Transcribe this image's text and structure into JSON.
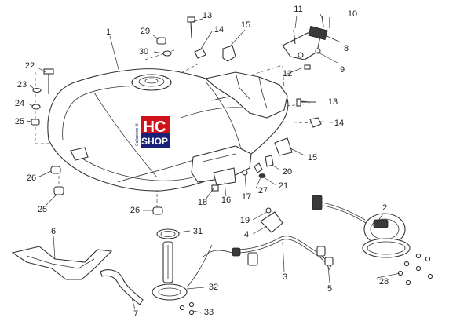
{
  "diagram": {
    "callouts": [
      {
        "id": "c1",
        "text": "1"
      },
      {
        "id": "c2",
        "text": "2"
      },
      {
        "id": "c3",
        "text": "3"
      },
      {
        "id": "c4",
        "text": "4"
      },
      {
        "id": "c5",
        "text": "5"
      },
      {
        "id": "c6",
        "text": "6"
      },
      {
        "id": "c7",
        "text": "7"
      },
      {
        "id": "c8",
        "text": "8"
      },
      {
        "id": "c9",
        "text": "9"
      },
      {
        "id": "c10",
        "text": "10"
      },
      {
        "id": "c11",
        "text": "11"
      },
      {
        "id": "c12",
        "text": "12"
      },
      {
        "id": "c13a",
        "text": "13"
      },
      {
        "id": "c13b",
        "text": "13"
      },
      {
        "id": "c14a",
        "text": "14"
      },
      {
        "id": "c14b",
        "text": "14"
      },
      {
        "id": "c15a",
        "text": "15"
      },
      {
        "id": "c15b",
        "text": "15"
      },
      {
        "id": "c16",
        "text": "16"
      },
      {
        "id": "c17",
        "text": "17"
      },
      {
        "id": "c18",
        "text": "18"
      },
      {
        "id": "c19",
        "text": "19"
      },
      {
        "id": "c20",
        "text": "20"
      },
      {
        "id": "c21",
        "text": "21"
      },
      {
        "id": "c22",
        "text": "22"
      },
      {
        "id": "c23",
        "text": "23"
      },
      {
        "id": "c24",
        "text": "24"
      },
      {
        "id": "c25a",
        "text": "25"
      },
      {
        "id": "c25b",
        "text": "25"
      },
      {
        "id": "c26a",
        "text": "26"
      },
      {
        "id": "c26b",
        "text": "26"
      },
      {
        "id": "c27",
        "text": "27"
      },
      {
        "id": "c28",
        "text": "28"
      },
      {
        "id": "c29",
        "text": "29"
      },
      {
        "id": "c30",
        "text": "30"
      },
      {
        "id": "c31",
        "text": "31"
      },
      {
        "id": "c32",
        "text": "32"
      },
      {
        "id": "c33",
        "text": "33"
      }
    ]
  },
  "watermark": {
    "logo_text": "HC",
    "shop_text": "SHOP",
    "side_text": "Collezione di",
    "colors": {
      "red": "#d0121b",
      "blue": "#1a1f7a"
    }
  }
}
